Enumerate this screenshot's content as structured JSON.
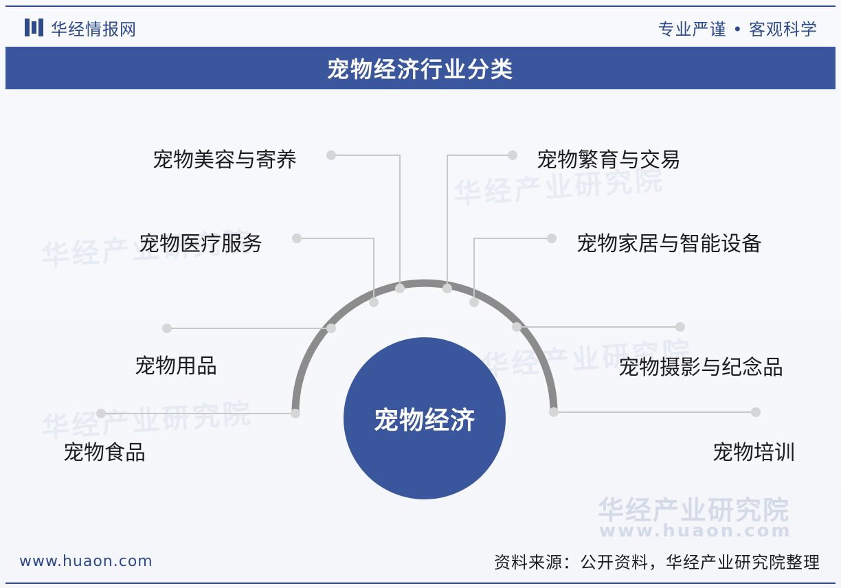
{
  "header": {
    "brand": "华经情报网",
    "slogan": "专业严谨 • 客观科学"
  },
  "title": "宠物经济行业分类",
  "center": "宠物经济",
  "categories": {
    "beauty": "宠物美容与寄养",
    "breeding": "宠物繁育与交易",
    "medical": "宠物医疗服务",
    "home": "宠物家居与智能设备",
    "supplies": "宠物用品",
    "photo": "宠物摄影与纪念品",
    "food": "宠物食品",
    "training": "宠物培训"
  },
  "watermark": {
    "name": "华经产业研究院",
    "url": "www.huaon.com"
  },
  "footer": {
    "website": "www.huaon.com",
    "source": "资料来源：公开资料，华经产业研究院整理"
  },
  "colors": {
    "primary": "#3a579d",
    "arc": "#8c8c8c",
    "connector": "#c8c8c8",
    "dot": "#d2d2d2"
  }
}
